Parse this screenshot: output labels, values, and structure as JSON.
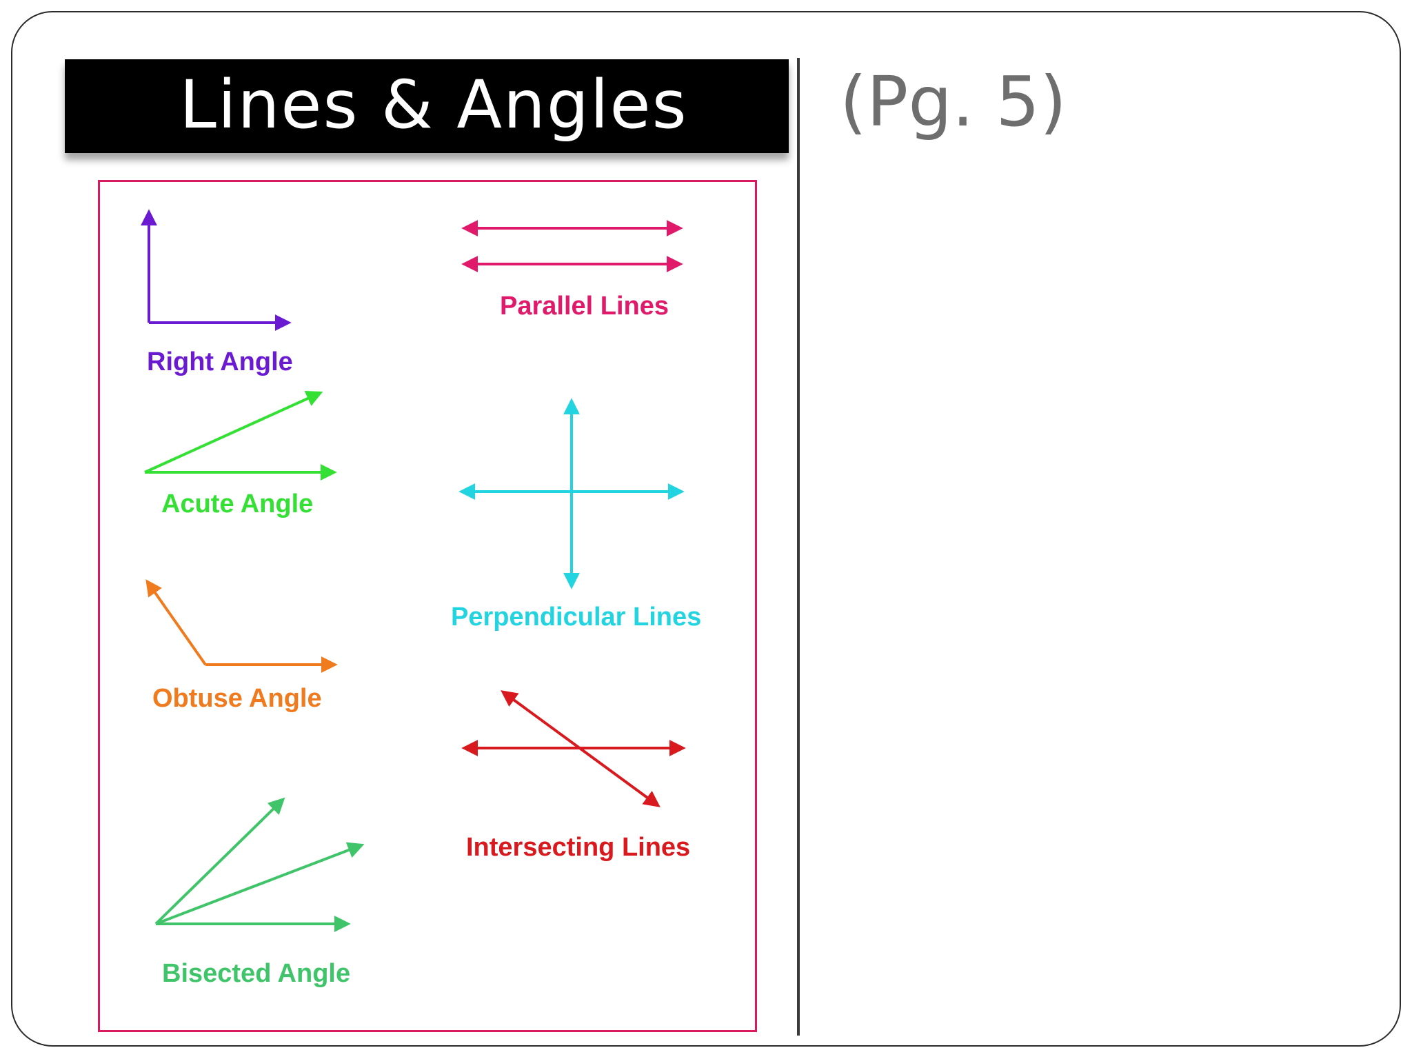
{
  "slide": {
    "title": "Lines & Angles",
    "page_ref": "(Pg. 5)"
  },
  "figures": {
    "right_angle": {
      "label": "Right Angle",
      "color": "#6a1bd1"
    },
    "acute_angle": {
      "label": "Acute Angle",
      "color": "#33e033"
    },
    "obtuse_angle": {
      "label": "Obtuse Angle",
      "color": "#f07a1e"
    },
    "bisected_angle": {
      "label": "Bisected Angle",
      "color": "#3fc46a"
    },
    "parallel_lines": {
      "label": "Parallel Lines",
      "color": "#e0196a"
    },
    "perpendicular_lines": {
      "label": "Perpendicular Lines",
      "color": "#22d3e0"
    },
    "intersecting_lines": {
      "label": "Intersecting Lines",
      "color": "#d8191e"
    }
  },
  "colors": {
    "frame": "#d81b60",
    "title_bar": "#000000",
    "page_ref": "#6e6e6e"
  }
}
